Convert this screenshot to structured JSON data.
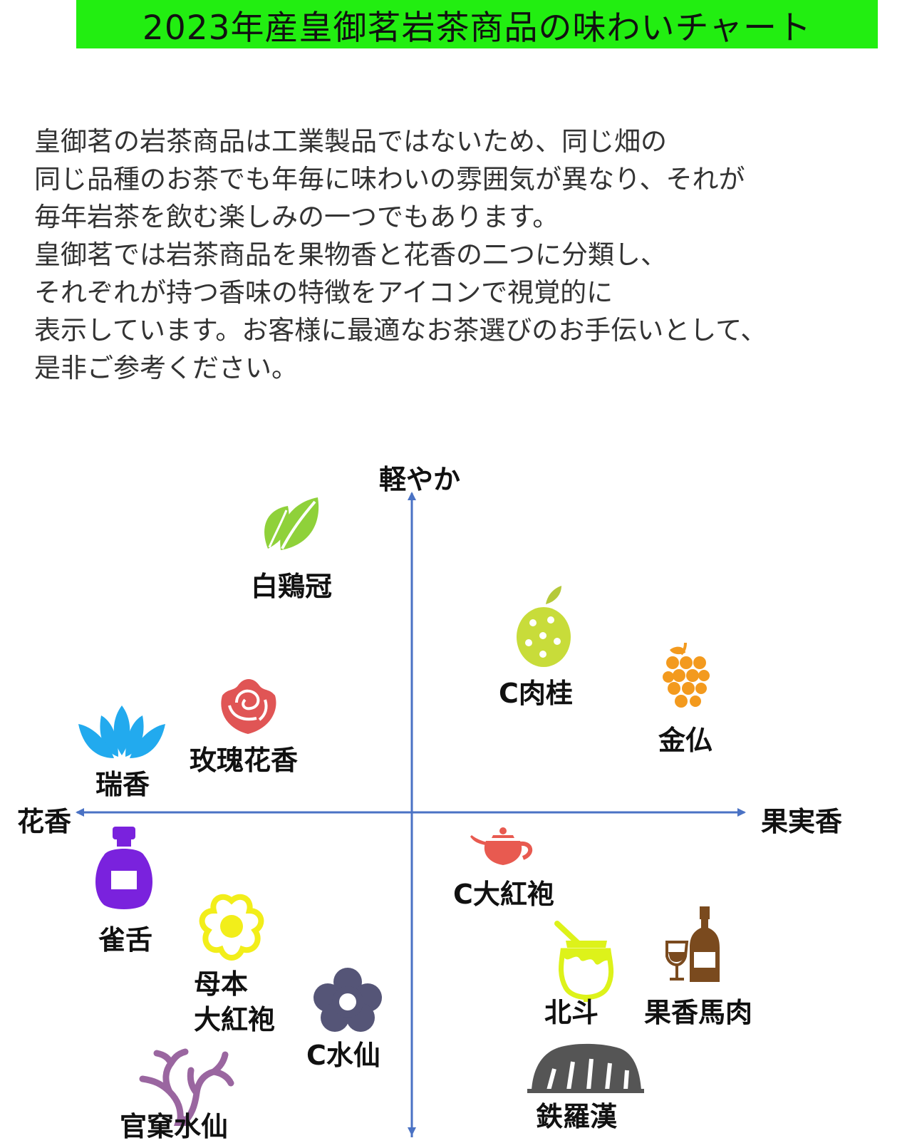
{
  "title": "2023年産皇御茗岩茶商品の味わいチャート",
  "intro_lines": [
    "皇御茗の岩茶商品は工業製品ではないため、同じ畑の",
    "同じ品種のお茶でも年毎に味わいの雰囲気が異なり、それが",
    "毎年岩茶を飲む楽しみの一つでもあります。",
    "皇御茗では岩茶商品を果物香と花香の二つに分類し、",
    "それぞれが持つ香味の特徴をアイコンで視覚的に",
    "表示しています。お客様に最適なお茶選びのお手伝いとして、",
    "是非ご参考ください。"
  ],
  "axes": {
    "top": "軽やか",
    "left": "花香",
    "right": "果実香",
    "axis_color": "#4a72c4"
  },
  "teas": [
    {
      "name": "白鶏冠",
      "icon": "leaf-icon",
      "color": "#8fd13a"
    },
    {
      "name": "C肉桂",
      "icon": "citrus-fruit-icon",
      "color": "#c8dc3a"
    },
    {
      "name": "金仏",
      "icon": "grapes-icon",
      "color": "#f39a1e"
    },
    {
      "name": "玫瑰花香",
      "icon": "rose-icon",
      "color": "#e05555"
    },
    {
      "name": "瑞香",
      "icon": "lotus-icon",
      "color": "#22aaee"
    },
    {
      "name": "C大紅袍",
      "icon": "teapot-icon",
      "color": "#e85a50"
    },
    {
      "name": "雀舌",
      "icon": "perfume-bottle-icon",
      "color": "#7a22dd"
    },
    {
      "name": "母本",
      "name2": "大紅袍",
      "icon": "flower-icon",
      "color": "#f2ee1a"
    },
    {
      "name": "C水仙",
      "icon": "dark-flower-icon",
      "color": "#555577"
    },
    {
      "name": "北斗",
      "icon": "honey-pot-icon",
      "color": "#ddf21a"
    },
    {
      "name": "果香馬肉",
      "icon": "wine-bottle-icon",
      "color": "#7a4a1e"
    },
    {
      "name": "官窠水仙",
      "icon": "old-tree-icon",
      "color": "#9a66a0"
    },
    {
      "name": "鉄羅漢",
      "icon": "rock-icon",
      "color": "#555555"
    }
  ]
}
